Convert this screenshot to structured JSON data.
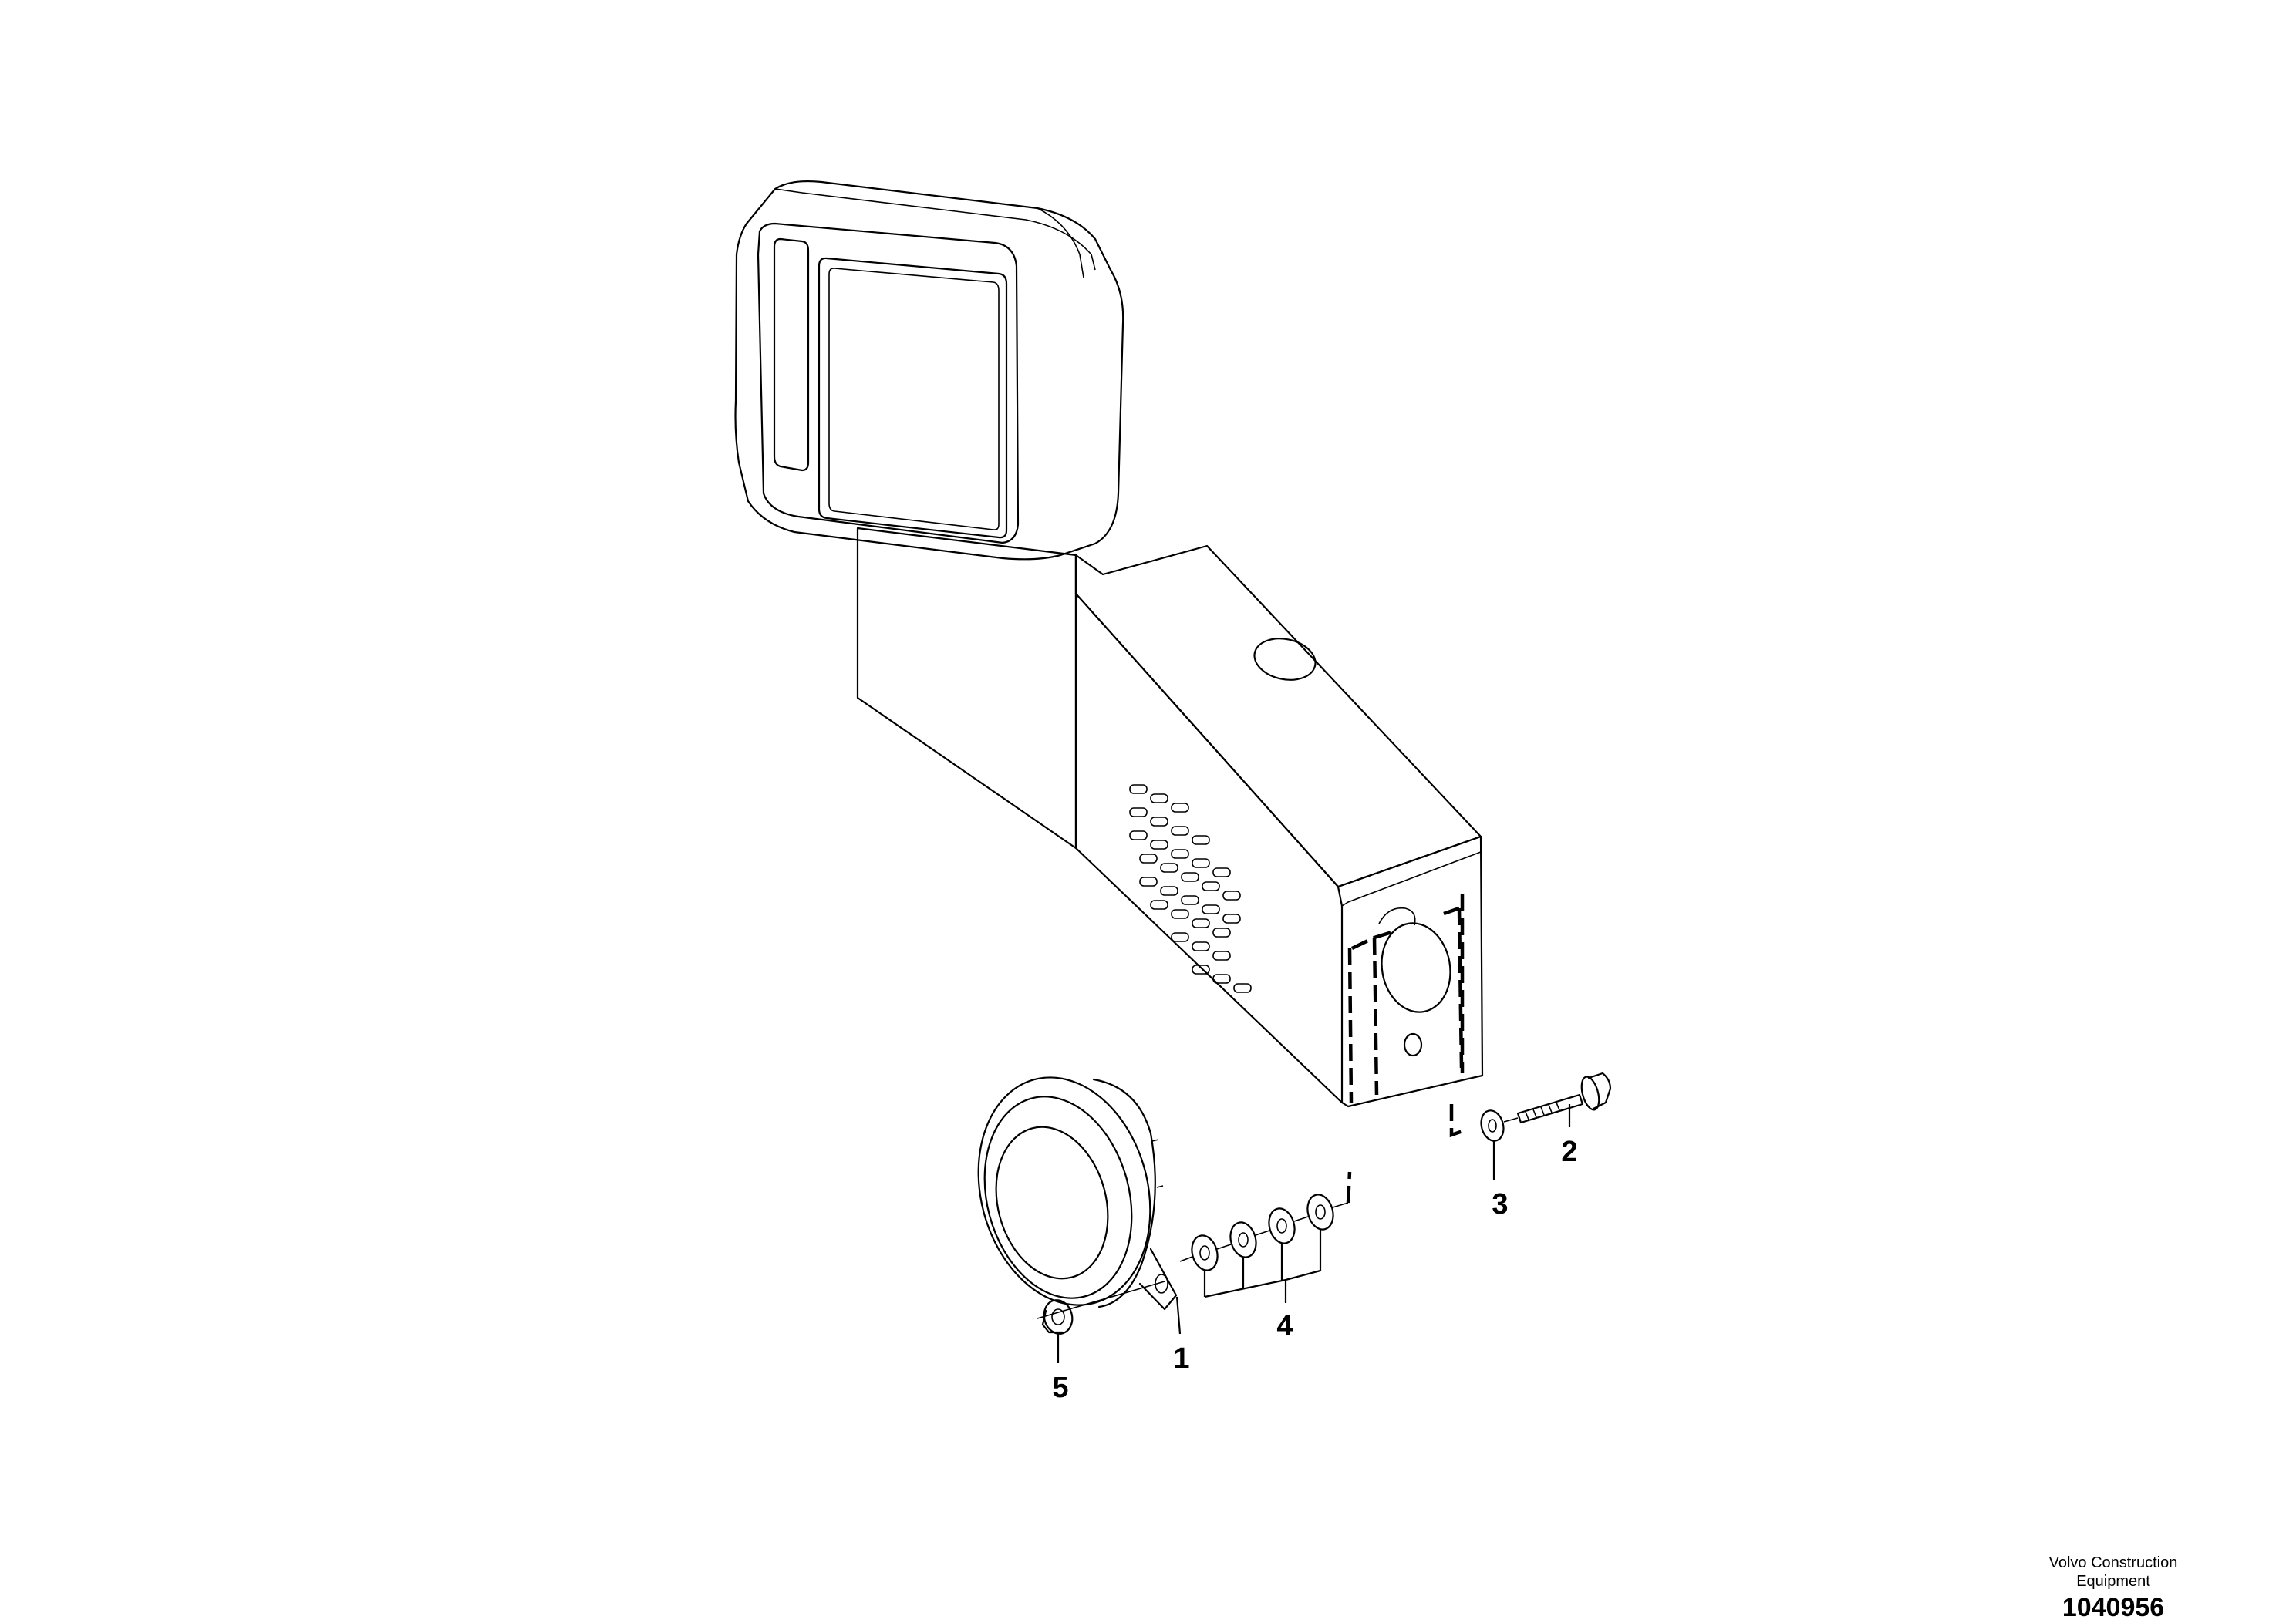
{
  "callouts": {
    "part1": "1",
    "part2": "2",
    "part3": "3",
    "part4": "4",
    "part5": "5"
  },
  "footer": {
    "brand_line1": "Volvo Construction",
    "brand_line2": "Equipment",
    "doc_number": "1040956"
  }
}
